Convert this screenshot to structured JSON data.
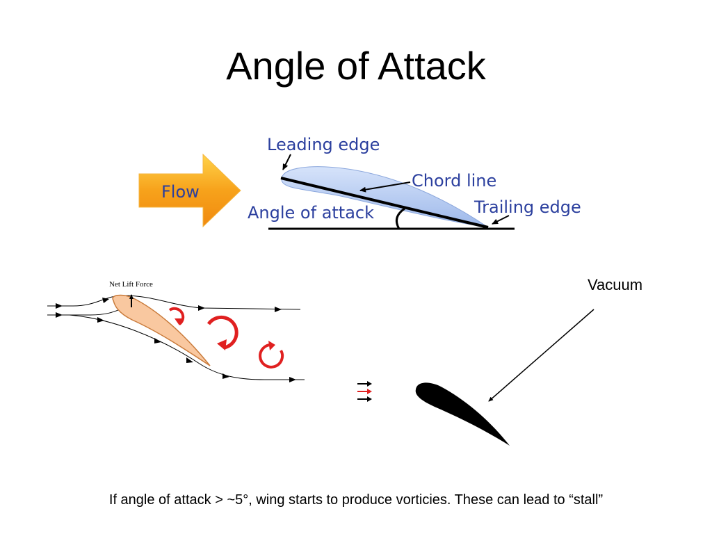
{
  "slide": {
    "title": "Angle of Attack",
    "caption": "If angle of attack > ~5°, wing starts to produce vorticies.  These can lead to “stall”"
  },
  "airfoil_diagram": {
    "flow_label": "Flow",
    "leading_edge_label": "Leading edge",
    "chord_line_label": "Chord line",
    "angle_of_attack_label": "Angle of attack",
    "trailing_edge_label": "Trailing edge",
    "label_color": "#2b3f9e",
    "wing_color": "#a9c3ee",
    "flow_arrow_color": "#f7a21b"
  },
  "stall_diagram": {
    "net_lift_force_label": "Net Lift Force",
    "wing_color": "#f9c8a0",
    "vortex_color": "#e02020"
  },
  "vacuum_diagram": {
    "vacuum_label": "Vacuum"
  }
}
